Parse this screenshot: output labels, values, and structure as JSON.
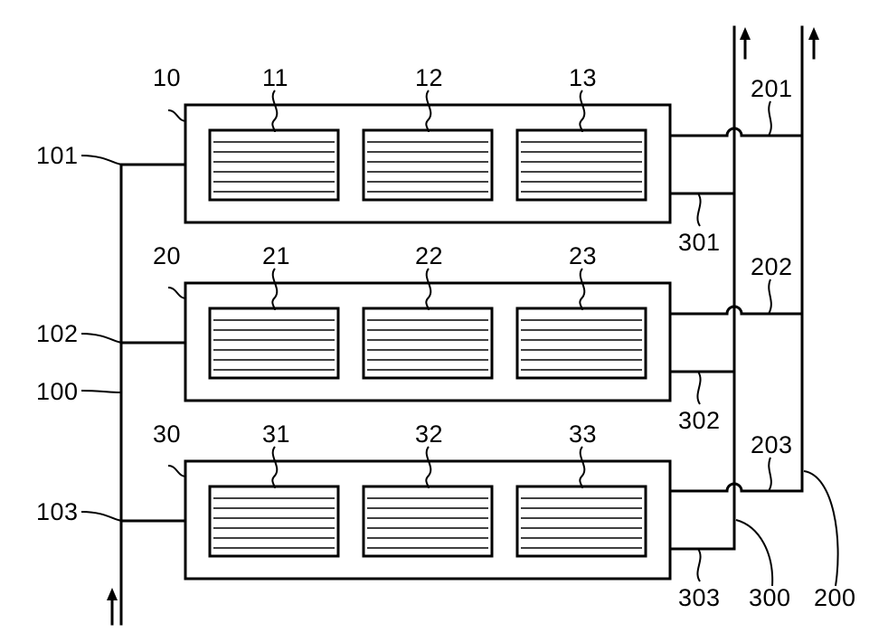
{
  "labels": {
    "stack_1": "10",
    "cell_11": "11",
    "cell_12": "12",
    "cell_13": "13",
    "stack_2": "20",
    "cell_21": "21",
    "cell_22": "22",
    "cell_23": "23",
    "stack_3": "30",
    "cell_31": "31",
    "cell_32": "32",
    "cell_33": "33",
    "supply_main": "100",
    "supply_1": "101",
    "supply_2": "102",
    "supply_3": "103",
    "exhaust_a_main": "200",
    "exhaust_a_1": "201",
    "exhaust_a_2": "202",
    "exhaust_a_3": "203",
    "exhaust_b_main": "300",
    "exhaust_b_1": "301",
    "exhaust_b_2": "302",
    "exhaust_b_3": "303"
  }
}
